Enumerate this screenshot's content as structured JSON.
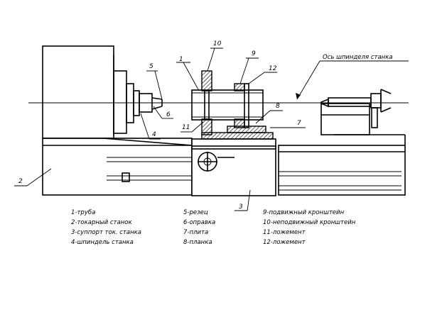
{
  "diagram": {
    "axis_label": "Ось шпинделя станка",
    "callouts": [
      "1",
      "2",
      "3",
      "4",
      "5",
      "6",
      "7",
      "8",
      "9",
      "10",
      "11",
      "12"
    ],
    "legend": [
      "1-труба",
      "2-токарный станок",
      "3-суппорт ток. станка",
      "4-шпиндель станка",
      "5-резец",
      "6-оправка",
      "7-плита",
      "8-планка",
      "9-подвижный кронштейн",
      "10-неподвижный кронштейн",
      "11-ложемент",
      "12-ложемент"
    ]
  }
}
